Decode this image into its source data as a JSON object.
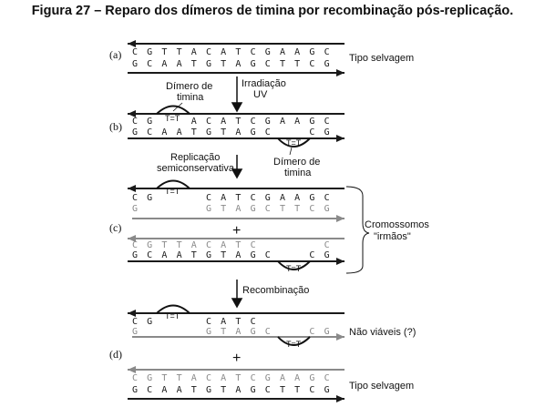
{
  "title": "Figura 27 – Reparo dos dímeros de timina por recombinação pós-replicação.",
  "stages": {
    "a": "(a)",
    "b": "(b)",
    "c": "(c)",
    "d": "(d)"
  },
  "labels": {
    "wild_type": "Tipo selvagem",
    "irradiation_1": "Irradiação",
    "irradiation_2": "UV",
    "dimer_1": "Dímero de",
    "dimer_2": "timina",
    "replication_1": "Replicação",
    "replication_2": "semiconservativa",
    "dimer2_1": "Dímero de",
    "dimer2_2": "timina",
    "sister_1": "Cromossomos",
    "sister_2": "\"irmãos\"",
    "recombination": "Recombinação",
    "non_viable": "Não viáveis (?)",
    "wild_type_2": "Tipo selvagem",
    "dimer_mark": "T=T",
    "plus": "+"
  },
  "sequence": {
    "top": [
      "C",
      "G",
      "T",
      "T",
      "A",
      "C",
      "A",
      "T",
      "C",
      "G",
      "A",
      "A",
      "G",
      "C"
    ],
    "bottom": [
      "G",
      "C",
      "A",
      "A",
      "T",
      "G",
      "T",
      "A",
      "G",
      "C",
      "T",
      "T",
      "C",
      "G"
    ]
  },
  "colors": {
    "dark": "#1a1a1a",
    "gray": "#8a8a8a"
  }
}
